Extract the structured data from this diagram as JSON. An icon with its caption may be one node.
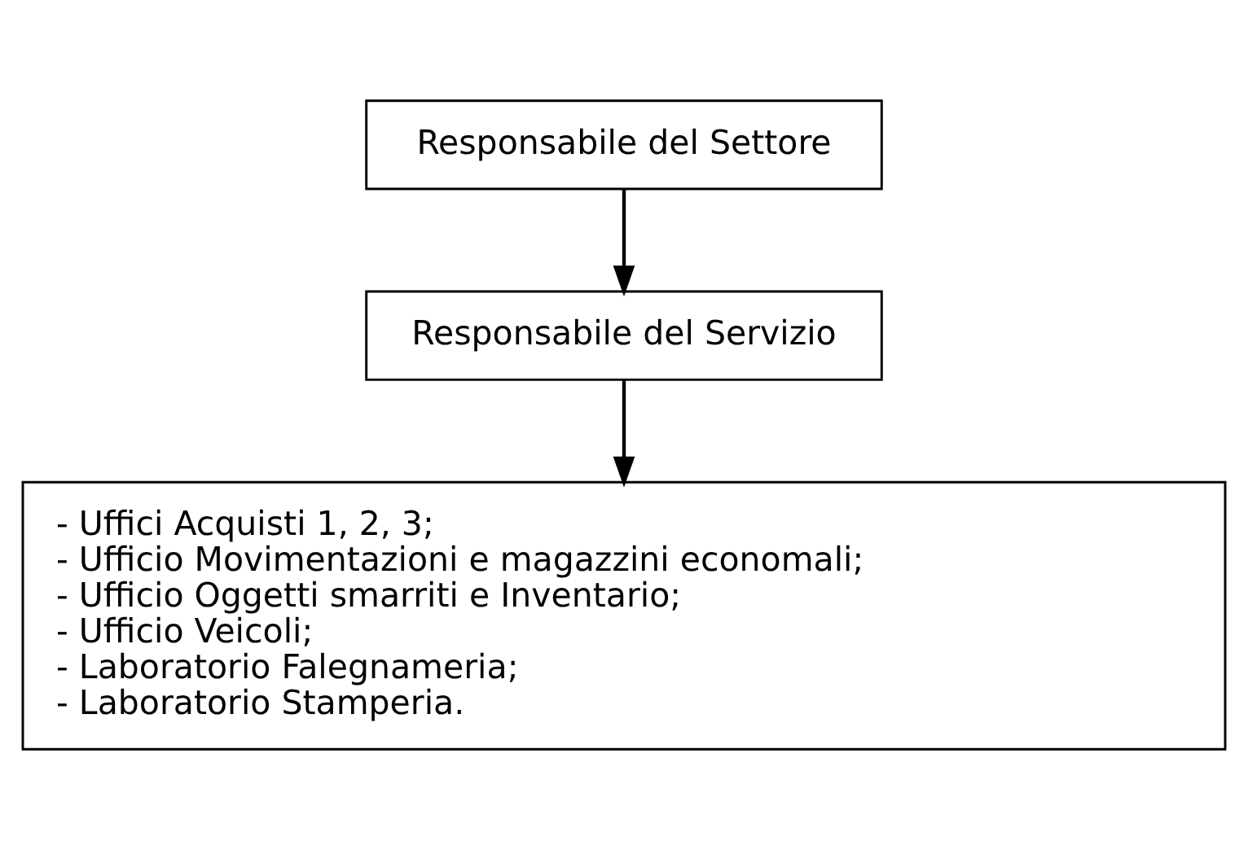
{
  "diagram": {
    "nodes": [
      {
        "text": [
          "Responsabile del Settore"
        ]
      },
      {
        "text": [
          "Responsabile del Servizio"
        ]
      },
      {
        "text": [
          "- Uffici Acquisti 1, 2, 3;",
          "- Ufficio Movimentazioni e magazzini economali;",
          "- Ufficio Oggetti smarriti e Inventario;",
          "- Ufficio Veicoli;",
          "- Laboratorio Falegnameria;",
          "- Laboratorio Stamperia."
        ]
      }
    ],
    "edges": [
      {
        "from": 0,
        "to": 1,
        "arrow": "to"
      },
      {
        "from": 1,
        "to": 2,
        "arrow": "to"
      }
    ]
  }
}
